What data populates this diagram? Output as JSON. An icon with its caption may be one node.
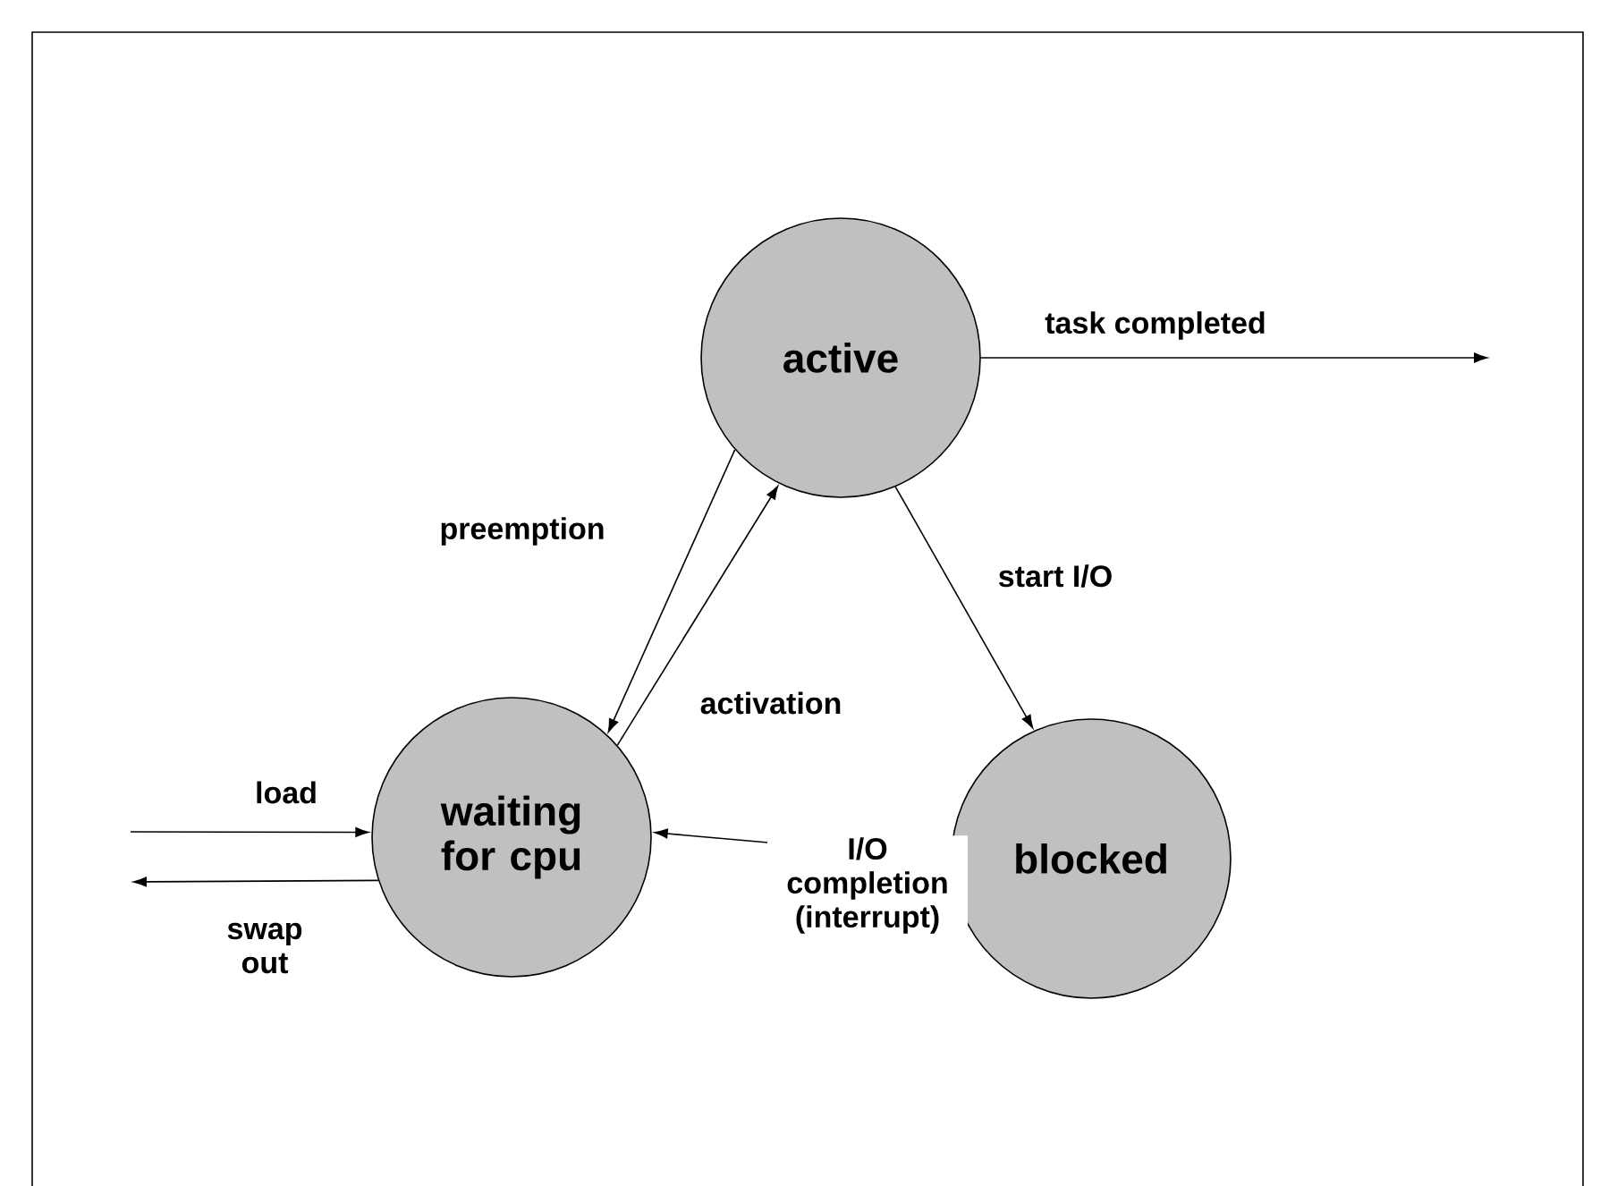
{
  "diagram": {
    "nodes": [
      {
        "text": [
          "active"
        ]
      },
      {
        "text": [
          "waiting for cpu"
        ]
      },
      {
        "text": [
          "blocked"
        ]
      }
    ],
    "edges": [
      {
        "from": 0,
        "to": 1,
        "arrow": "to",
        "label": "preemption"
      },
      {
        "from": 1,
        "to": 0,
        "arrow": "to",
        "label": "activation"
      },
      {
        "from": 0,
        "to": 2,
        "arrow": "to",
        "label": "start I/O"
      },
      {
        "from": 2,
        "to": 1,
        "arrow": "to",
        "label": "I/O completion (interrupt)"
      },
      {
        "from": 0,
        "to": null,
        "arrow": "to",
        "label": "task completed"
      },
      {
        "from": null,
        "to": 1,
        "arrow": "to",
        "label": "load"
      },
      {
        "from": 1,
        "to": null,
        "arrow": "to",
        "label": "swap out"
      }
    ]
  }
}
